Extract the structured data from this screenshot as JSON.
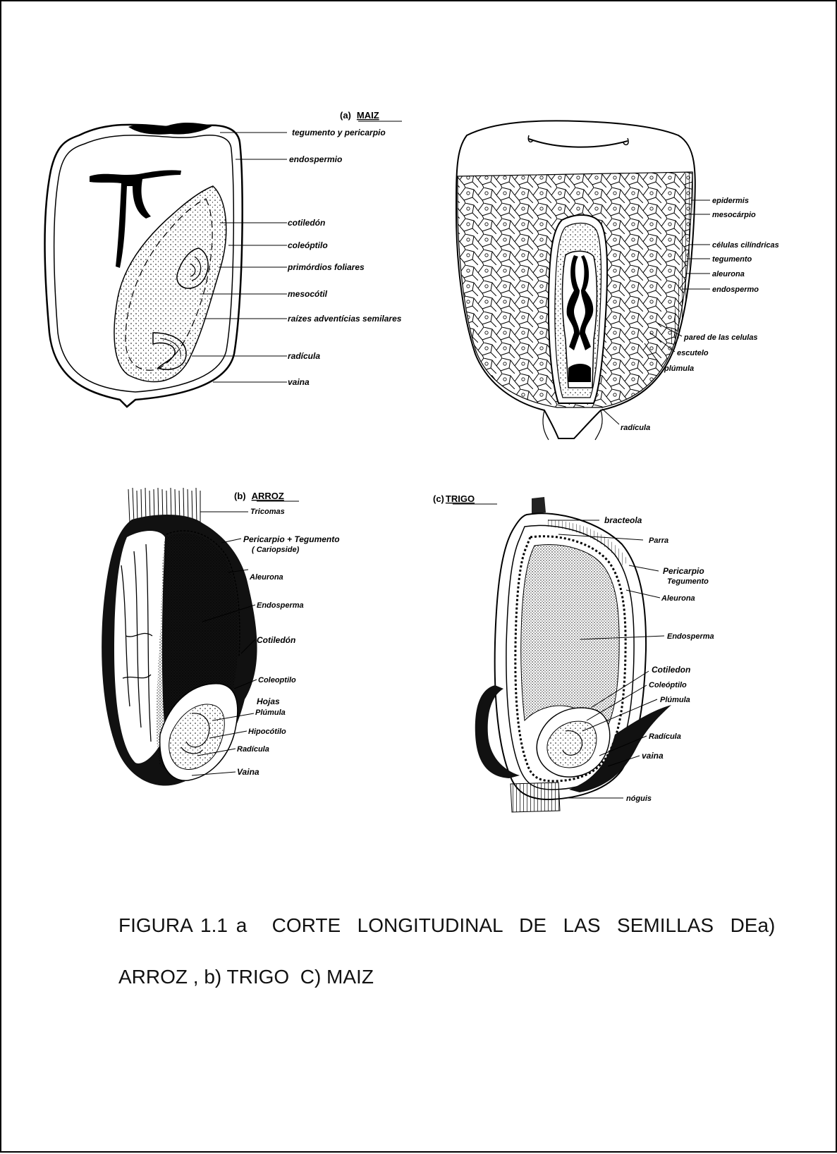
{
  "caption": {
    "line1": "FIGURA 1.1 a   CORTE  LONGITUDINAL  DE  LAS  SEMILLAS  DEa)",
    "line2": "ARROZ , b) TRIGO  C) MAIZ"
  },
  "panels": {
    "maiz": {
      "title_prefix": "(a)",
      "title": "MAIZ",
      "labels_left": [
        "tegumento y pericarpio",
        "endospermio",
        "cotiledón",
        "coleóptilo",
        "primórdios foliares",
        "mesocótil",
        "raízes adventícias semilares",
        "radícula",
        "vaina"
      ],
      "labels_right": [
        "epidermis",
        "mesocárpio",
        "células cilíndricas",
        "tegumento",
        "aleurona",
        "endospermo",
        "pared de las celulas",
        "escutelo",
        "plúmula",
        "radícula"
      ]
    },
    "arroz": {
      "title_prefix": "(b)",
      "title": "ARROZ",
      "labels": [
        "Tricomas",
        "Pericarpio + Tegumento",
        "( Cariopside)",
        "Aleurona",
        "Endosperma",
        "Cotiledón",
        "Coleoptilo",
        "Hojas",
        "Plúmula",
        "Hipocótilo",
        "Radícula",
        "Vaina"
      ]
    },
    "trigo": {
      "title_prefix": "(c)",
      "title": "TRIGO",
      "labels": [
        "bracteola",
        "Parra",
        "Pericarpio",
        "Tegumento",
        "Aleurona",
        "Endosperma",
        "Cotiledon",
        "Coleóptilo",
        "Plúmula",
        "Radícula",
        "vaina",
        "nóguis"
      ]
    }
  }
}
